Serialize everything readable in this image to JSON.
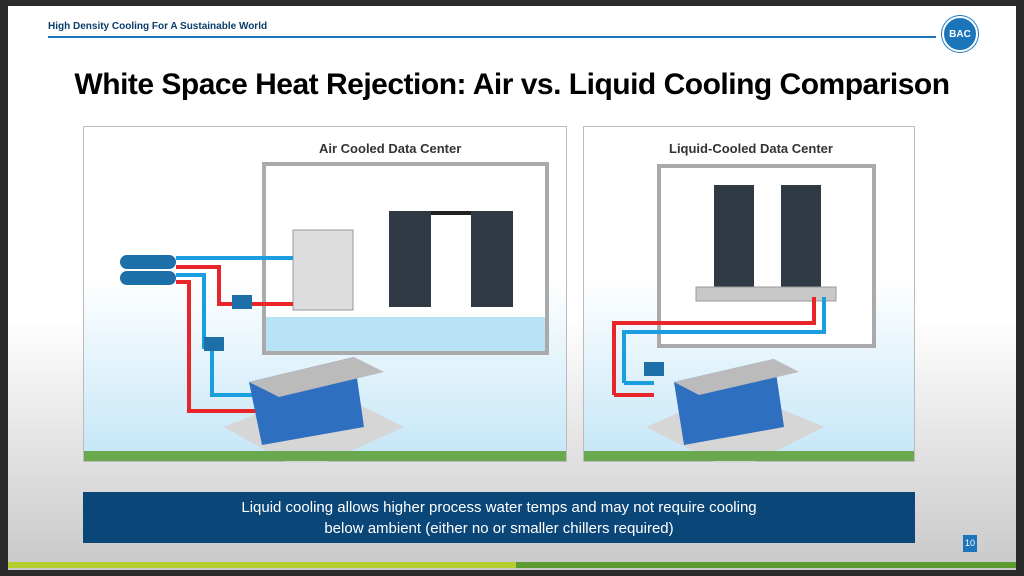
{
  "header": {
    "tagline": "High Density Cooling For A Sustainable World",
    "logo_text": "BAC"
  },
  "title": "White Space Heat Rejection:  Air vs. Liquid Cooling Comparison",
  "panels": {
    "air": {
      "title": "Air Cooled Data Center"
    },
    "liquid": {
      "title": "Liquid-Cooled Data Center"
    }
  },
  "banner": {
    "line1": "Liquid cooling allows higher process water temps and may not require cooling",
    "line2": "below ambient (either no or smaller chillers required)"
  },
  "page_number": "10",
  "colors": {
    "accent": "#1b75bb",
    "banner": "#0a4677",
    "hot_pipe": "#e8262a",
    "cold_pipe": "#1b9ee0",
    "ground": "#6aa84f"
  }
}
